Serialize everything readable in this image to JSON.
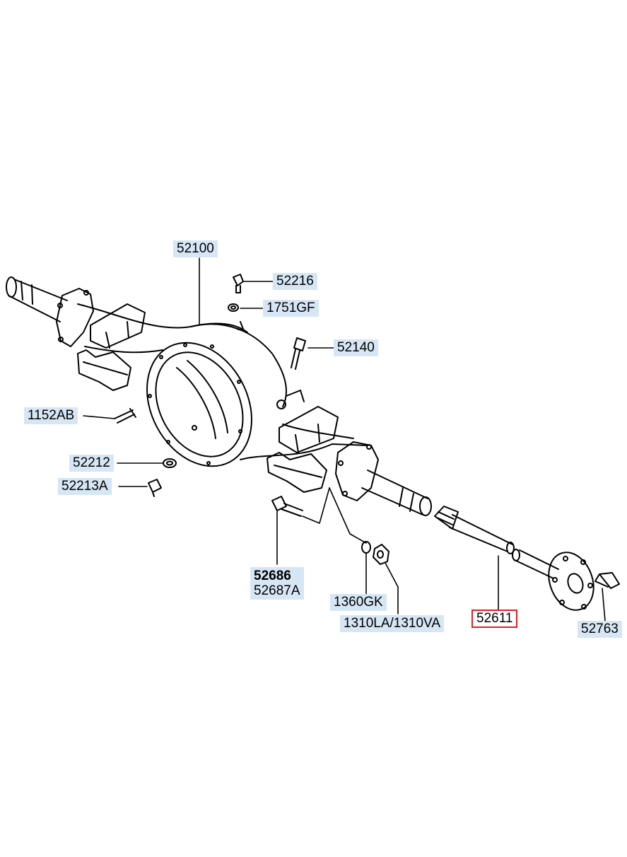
{
  "diagram": {
    "part_labels": {
      "p52100": "52100",
      "p52216": "52216",
      "p1751GF": "1751GF",
      "p52140": "52140",
      "p1152AB": "1152AB",
      "p52212": "52212",
      "p52213A": "52213A",
      "p52686": "52686",
      "p52687A": "52687A",
      "p1360GK": "1360GK",
      "p1310": "1310LA/1310VA",
      "p52611": "52611",
      "p52763": "52763"
    },
    "selected_part": "52611",
    "colors": {
      "label_background": "#d6e6f4",
      "selected_border": "#e02020",
      "line": "#000000"
    }
  }
}
